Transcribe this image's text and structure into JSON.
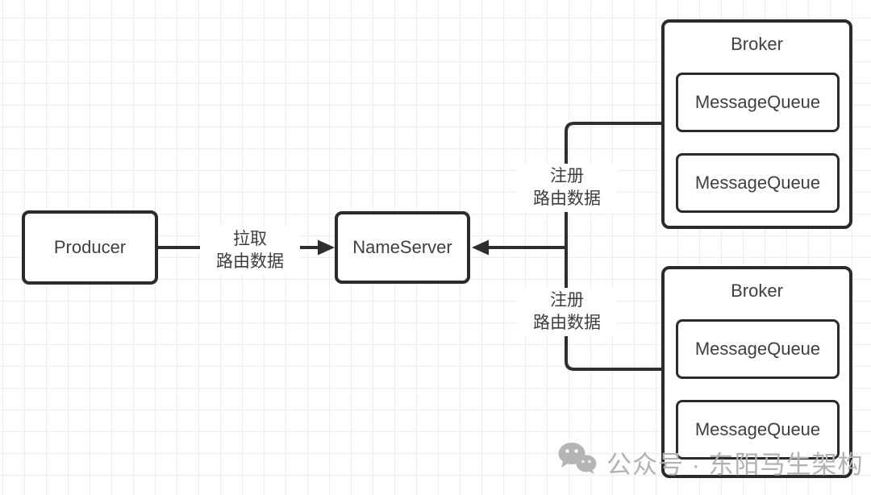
{
  "nodes": {
    "producer": {
      "label": "Producer"
    },
    "nameserver": {
      "label": "NameServer"
    },
    "broker_top": {
      "label": "Broker",
      "queues": [
        "MessageQueue",
        "MessageQueue"
      ]
    },
    "broker_bottom": {
      "label": "Broker",
      "queues": [
        "MessageQueue",
        "MessageQueue"
      ]
    }
  },
  "edges": {
    "pull": {
      "line1": "拉取",
      "line2": "路由数据"
    },
    "register_top": {
      "line1": "注册",
      "line2": "路由数据"
    },
    "register_bottom": {
      "line1": "注册",
      "line2": "路由数据"
    }
  },
  "watermark": {
    "icon": "wechat-icon",
    "text": "公众号 · 东阳马生架构"
  },
  "colors": {
    "background": "#ffffff",
    "grid": "#ededed",
    "line": "#2e2e2e",
    "box_border": "#2b2b2b",
    "text": "#3f3f3f",
    "watermark": "#b2b2b2"
  }
}
